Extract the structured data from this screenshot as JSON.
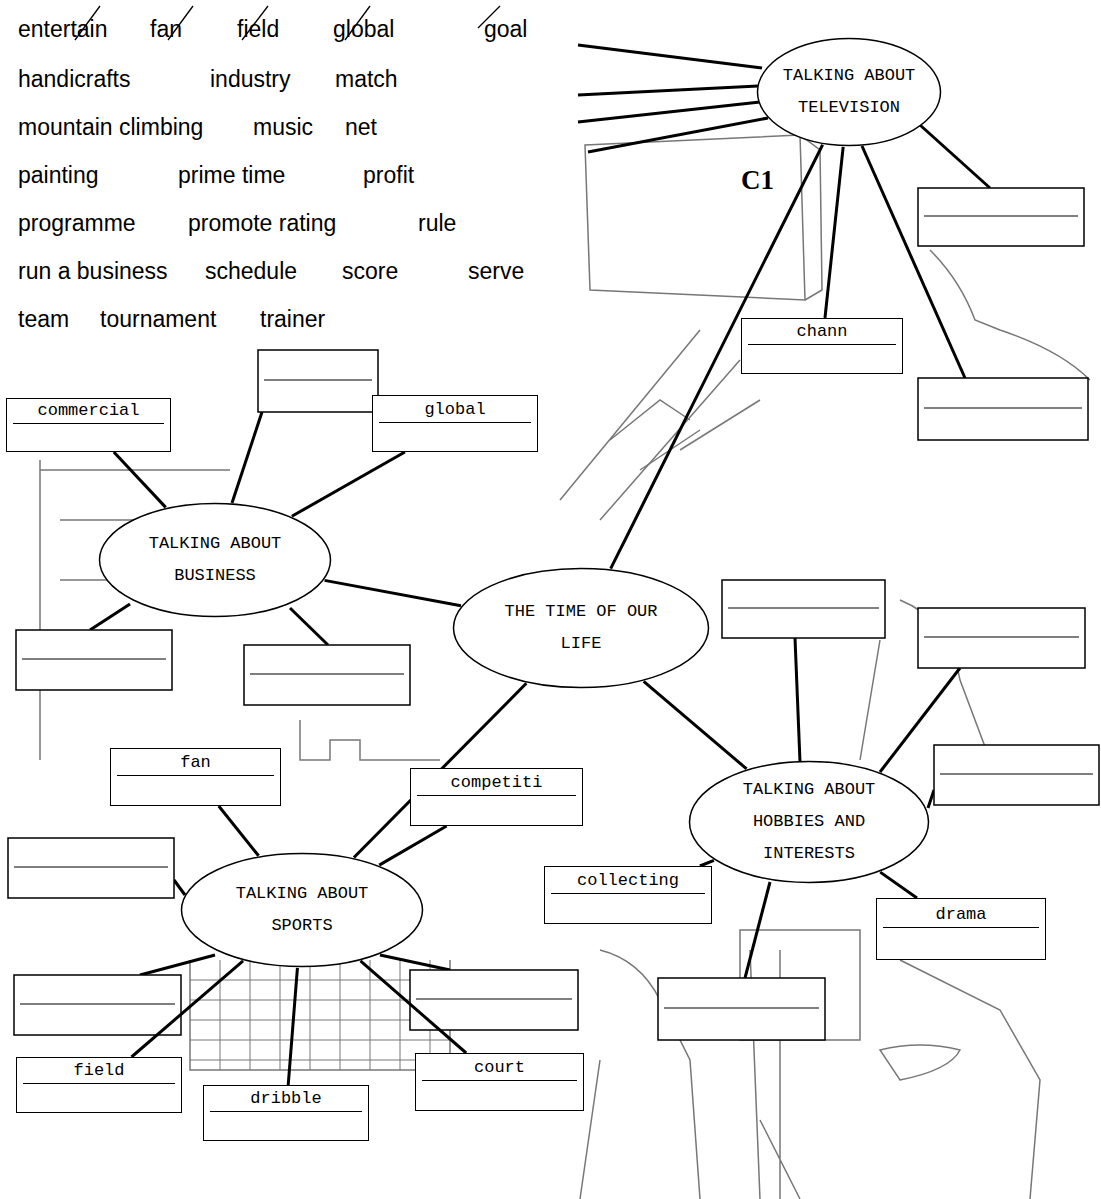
{
  "diagram": {
    "nodes": [
      {
        "text": [
          "THE TIME OF OUR LIFE"
        ]
      },
      {
        "text": [
          "TALKING ABOUT TELEVISION"
        ]
      },
      {
        "text": [
          "TALKING ABOUT BUSINESS"
        ]
      },
      {
        "text": [
          "TALKING ABOUT SPORTS"
        ]
      },
      {
        "text": [
          "TALKING ABOUT HOBBIES AND INTERESTS"
        ]
      },
      {
        "text": [
          "chann"
        ]
      },
      {
        "text": [
          "commercial"
        ]
      },
      {
        "text": [
          "global"
        ]
      },
      {
        "text": [
          "fan"
        ]
      },
      {
        "text": [
          "competiti"
        ]
      },
      {
        "text": [
          "collecting"
        ]
      },
      {
        "text": [
          "drama"
        ]
      },
      {
        "text": [
          "field"
        ]
      },
      {
        "text": [
          "dribble"
        ]
      },
      {
        "text": [
          "court"
        ]
      }
    ],
    "edges": [
      {
        "from": 0,
        "to": 1,
        "arrow": "none"
      },
      {
        "from": 0,
        "to": 2,
        "arrow": "none"
      },
      {
        "from": 0,
        "to": 3,
        "arrow": "none"
      },
      {
        "from": 0,
        "to": 4,
        "arrow": "none"
      },
      {
        "from": 1,
        "to": 5,
        "arrow": "none"
      },
      {
        "from": 2,
        "to": 6,
        "arrow": "none"
      },
      {
        "from": 2,
        "to": 7,
        "arrow": "none"
      },
      {
        "from": 3,
        "to": 8,
        "arrow": "none"
      },
      {
        "from": 3,
        "to": 9,
        "arrow": "none"
      },
      {
        "from": 4,
        "to": 10,
        "arrow": "none"
      },
      {
        "from": 4,
        "to": 11,
        "arrow": "none"
      },
      {
        "from": 3,
        "to": 12,
        "arrow": "none"
      },
      {
        "from": 3,
        "to": 13,
        "arrow": "none"
      },
      {
        "from": 3,
        "to": 14,
        "arrow": "none"
      }
    ],
    "labels": [
      "entertain",
      "fan",
      "field",
      "global",
      "goal",
      "handicrafts",
      "industry",
      "match",
      "mountain climbing",
      "music",
      "net",
      "painting",
      "prime time",
      "profit",
      "programme",
      "promote rating",
      "rule",
      "run a business",
      "schedule",
      "score",
      "serve",
      "team",
      "tournament",
      "trainer",
      "C1"
    ]
  }
}
